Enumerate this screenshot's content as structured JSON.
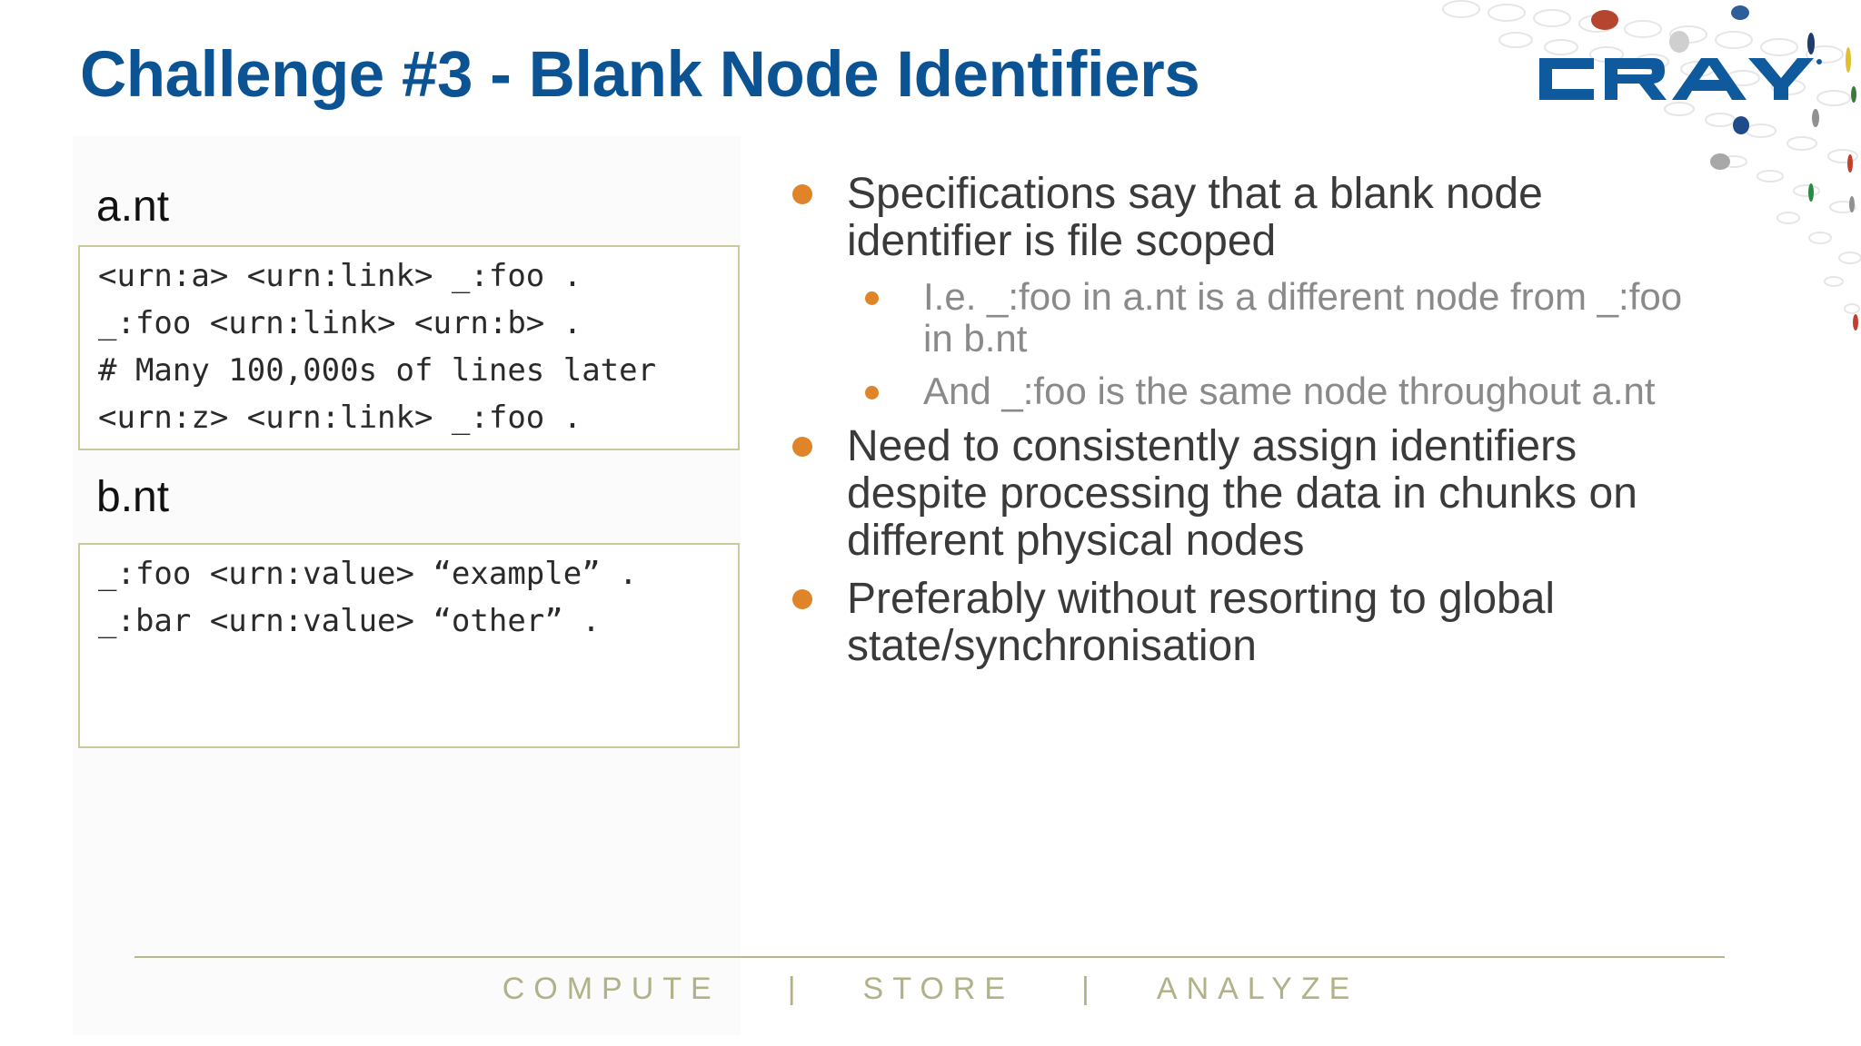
{
  "title": "Challenge #3 - Blank Node Identifiers",
  "brand": {
    "logo_text": "CRAY",
    "title_color": "#0b5393",
    "accent_color": "#e0842a"
  },
  "files": [
    {
      "label": "a.nt",
      "lines": [
        "<urn:a> <urn:link> _:foo .",
        "_:foo <urn:link> <urn:b> .",
        "# Many 100,000s of lines later",
        "<urn:z> <urn:link> _:foo ."
      ]
    },
    {
      "label": "b.nt",
      "lines": [
        "_:foo <urn:value> “example” .",
        "_:bar <urn:value> “other” ."
      ]
    }
  ],
  "bullets": [
    {
      "text": "Specifications say that a blank node identifier is file scoped",
      "subs": [
        "I.e. _:foo in a.nt is a different node from _:foo in b.nt",
        "And _:foo is the same node throughout a.nt"
      ]
    },
    {
      "text": "Need to consistently assign identifiers despite processing the data in chunks on different physical nodes",
      "subs": []
    },
    {
      "text": "Preferably without resorting to global state/synchronisation",
      "subs": []
    }
  ],
  "footer": {
    "items": [
      "COMPUTE",
      "STORE",
      "ANALYZE"
    ],
    "separator": "|"
  }
}
